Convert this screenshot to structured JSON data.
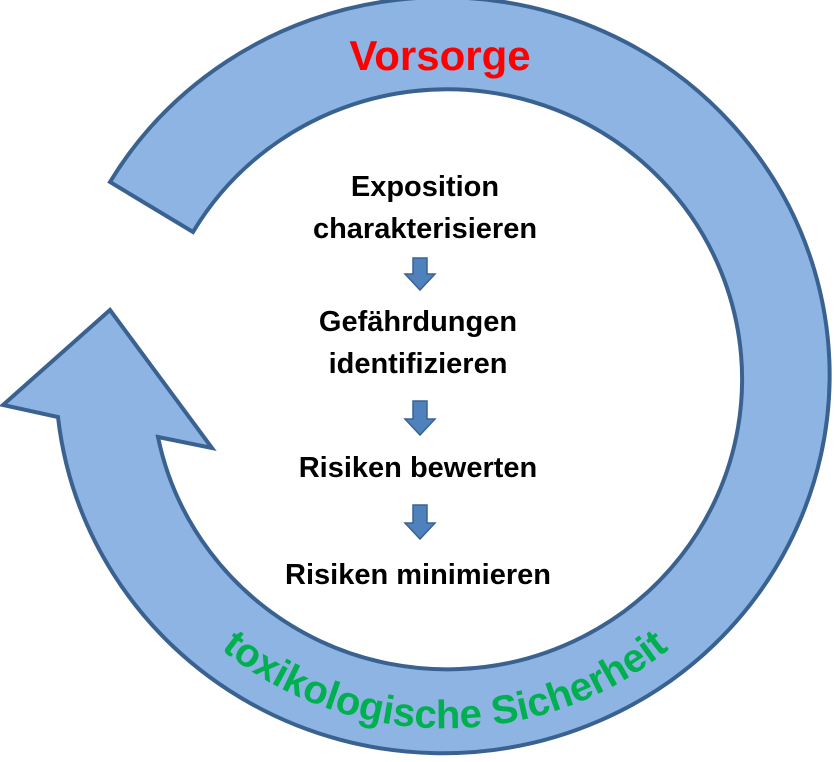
{
  "title": "Vorsorge",
  "cycle_label": "toxikologische Sicherheit",
  "steps": [
    {
      "line1": "Exposition",
      "line2": "charakterisieren"
    },
    {
      "line1": "Gefährdungen",
      "line2": "identifizieren"
    },
    {
      "line1": "Risiken bewerten"
    },
    {
      "line1": "Risiken minimieren"
    }
  ],
  "colors": {
    "ring_fill": "#8EB4E3",
    "ring_stroke": "#3A6291",
    "arrow_fill": "#4F81BD",
    "title": "#FF0000",
    "cycle_label": "#00B050"
  }
}
